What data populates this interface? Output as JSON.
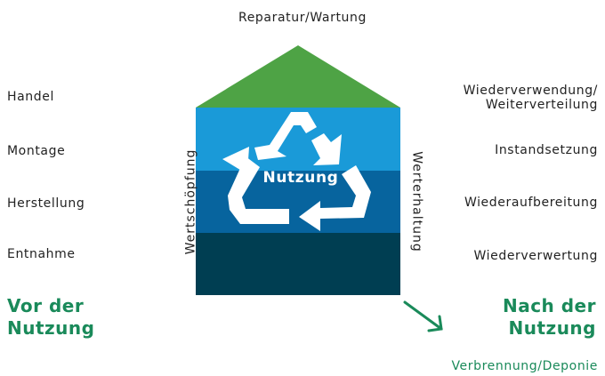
{
  "top": "Reparatur/Wartung",
  "left_stages": [
    "Handel",
    "Montage",
    "Herstellung",
    "Entnahme"
  ],
  "right_stages": [
    "Wiederverwendung/\nWeiterverteilung",
    "Instandsetzung",
    "Wiederaufbereitung",
    "Wiederverwertung"
  ],
  "before": [
    "Vor der",
    "Nutzung"
  ],
  "after": [
    "Nach der",
    "Nutzung"
  ],
  "center": "Nutzung",
  "vertical_left": "Wertschöpfung",
  "vertical_right": "Werterhaltung",
  "bottom": "Verbrennung/Deponie",
  "colors": {
    "roof": "#4ea345",
    "band1": "#1a9ad8",
    "band2": "#07649e",
    "band3": "#003e52",
    "accent_green": "#1a8a5a"
  },
  "icons": {
    "center": "recycle-arrows-icon",
    "exit": "arrow-down-right-icon"
  }
}
